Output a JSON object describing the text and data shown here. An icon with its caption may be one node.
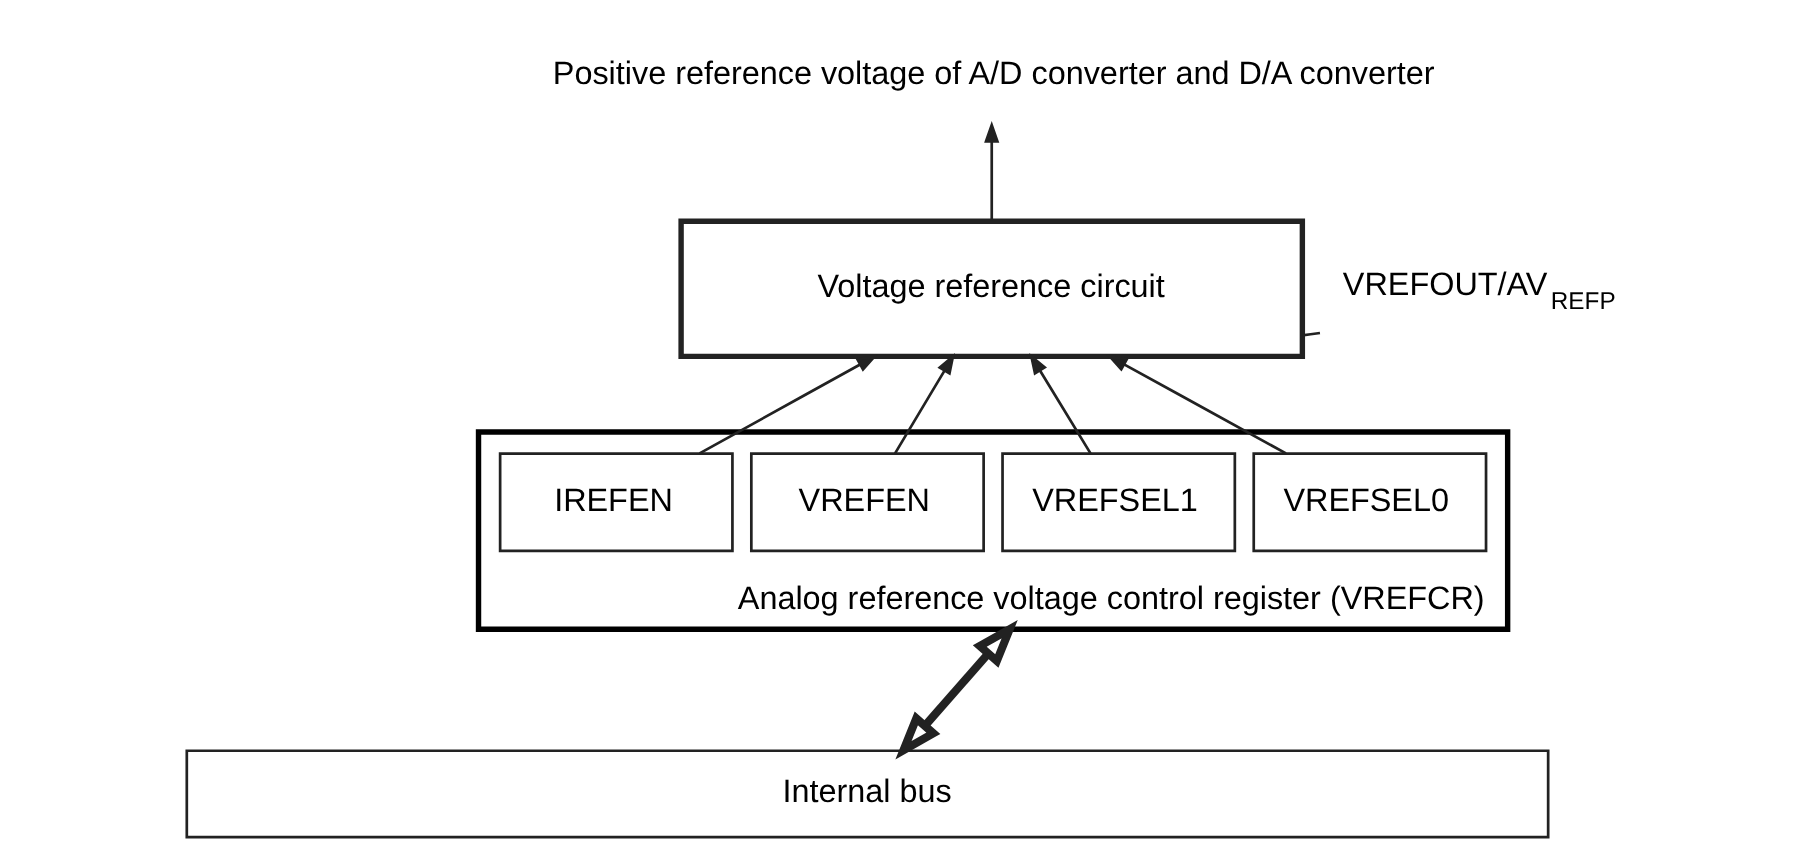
{
  "diagram": {
    "nodes": [
      {
        "text": [
          "Positive reference voltage of A/D converter and D/A converter"
        ]
      },
      {
        "text": [
          "VREFOUT/AV$_{REFP}$"
        ]
      },
      {
        "text": [
          "Voltage reference circuit"
        ]
      },
      {
        "text": [],
        "shape": "box",
        "beside": [
          "Analog reference voltage control register (VREFCR)"
        ]
      },
      {
        "text": [
          "IREFEN"
        ],
        "in": 3
      },
      {
        "text": [
          "VREFEN"
        ],
        "in": 3
      },
      {
        "text": [
          "VREFSEL1"
        ],
        "in": 3
      },
      {
        "text": [
          "VREFSEL0"
        ],
        "in": 3
      },
      {
        "text": [
          "Internal bus"
        ]
      }
    ],
    "edges": [
      {
        "from": 2,
        "to": 1,
        "arrow": "none"
      },
      {
        "from": 2,
        "to": 0,
        "arrow": "to"
      },
      {
        "from": 4,
        "to": 2,
        "arrow": "to"
      },
      {
        "from": 5,
        "to": 2,
        "arrow": "to"
      },
      {
        "from": 6,
        "to": 2,
        "arrow": "to"
      },
      {
        "from": 7,
        "to": 2,
        "arrow": "to"
      },
      {
        "from": 3,
        "to": 8,
        "arrow": "both",
        "style": "thick"
      }
    ]
  }
}
